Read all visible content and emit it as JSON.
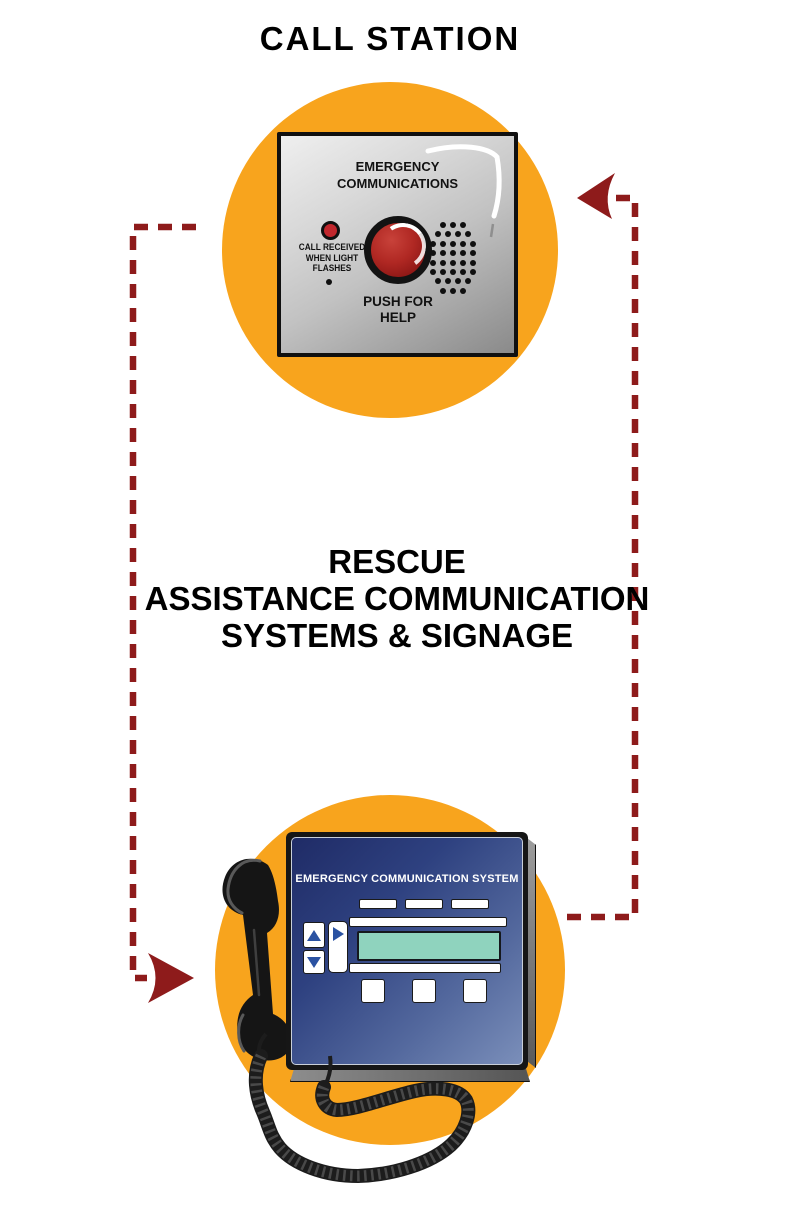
{
  "title": "CALL STATION",
  "colors": {
    "orange": "#F8A41D",
    "maroon": "#8E1B1B",
    "led-red": "#C1272D",
    "button-red": "#AF2621",
    "screen-teal": "#8FD3BE",
    "triangle-blue": "#2A52A2",
    "panel-blue-dark": "#1F2B66",
    "panel-blue-light": "#7B8FBA"
  },
  "top_station": {
    "heading_line1": "EMERGENCY",
    "heading_line2": "COMMUNICATIONS",
    "led_label_line1": "CALL RECEIVED",
    "led_label_line2": "WHEN LIGHT",
    "led_label_line3": "FLASHES",
    "button_label_line1": "PUSH FOR",
    "button_label_line2": "HELP",
    "speaker_rows": [
      3,
      4,
      5,
      5,
      5,
      5,
      4,
      3
    ]
  },
  "caption": {
    "line1": "RESCUE",
    "line2": "ASSISTANCE COMMUNICATION",
    "line3": "SYSTEMS & SIGNAGE"
  },
  "bottom_station": {
    "device_title": "EMERGENCY COMMUNICATION SYSTEM"
  }
}
